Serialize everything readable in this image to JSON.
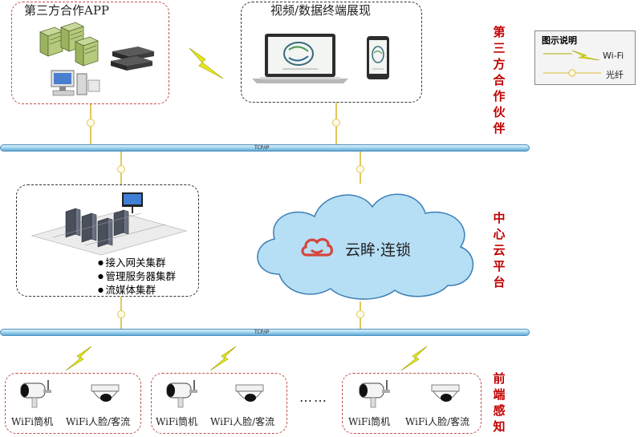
{
  "third_party": {
    "app_box_title": "第三方合作APP",
    "display_box_title": "视频/数据终端展现",
    "tier_label": "第三方合作伙伴"
  },
  "network": {
    "pipe_top_label": "TCP/IP",
    "pipe_bottom_label": "TCP/IP"
  },
  "center": {
    "tier_label": "中心云平台",
    "clusters": [
      "接入网关集群",
      "管理服务器集群",
      "流媒体集群"
    ],
    "cloud_brand": "云眸·连锁"
  },
  "edge": {
    "tier_label": "前端感知",
    "ellipsis": "……",
    "groups": [
      {
        "camera1": "WiFi筒机",
        "camera2": "WiFi人脸/客流"
      },
      {
        "camera1": "WiFi筒机",
        "camera2": "WiFi人脸/客流"
      },
      {
        "camera1": "WiFi筒机",
        "camera2": "WiFi人脸/客流"
      }
    ]
  },
  "legend": {
    "title": "图示说明",
    "wifi_label": "Wi-Fi",
    "fiber_label": "光纤"
  },
  "colors": {
    "tier_text": "#c00000",
    "dashed_border": "#c0504d",
    "pipe": "#9fd3ef",
    "cloud": "#b6def4",
    "fiber": "#e0c85a",
    "lightning": "#e8e81a",
    "brand_red": "#d6453a"
  },
  "icons": [
    "server-rack-icon",
    "dvr-box-icon",
    "workstation-icon",
    "laptop-icon",
    "phone-icon",
    "lightning-icon",
    "cloud-icon",
    "bullet-camera-icon",
    "dome-camera-icon"
  ]
}
